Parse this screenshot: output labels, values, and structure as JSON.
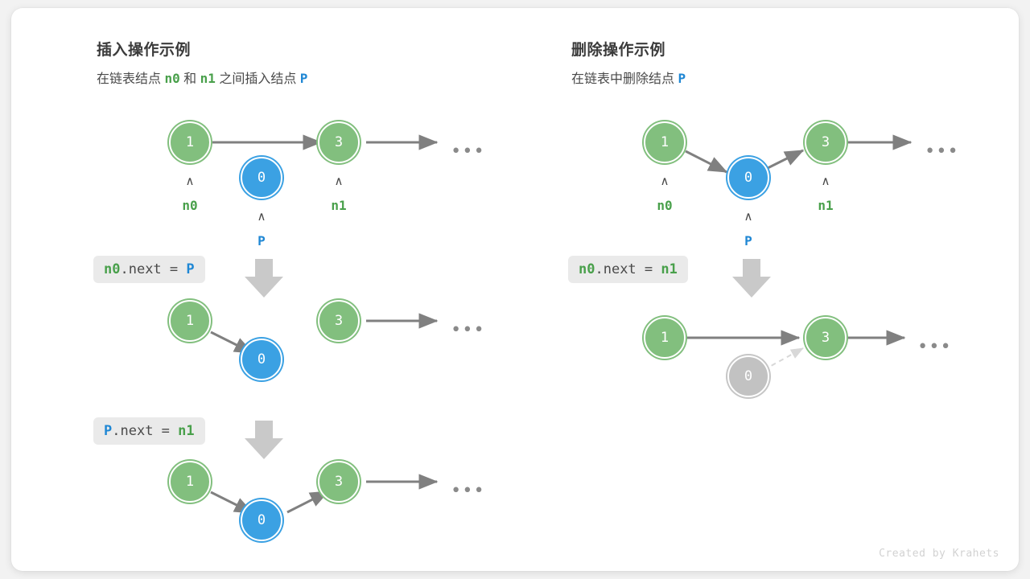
{
  "credit": "Created by Krahets",
  "colors": {
    "green": "#82bf7e",
    "green_text": "#49a04b",
    "blue": "#3ba1e3",
    "blue_text": "#1f87d4",
    "gray_node": "#c2c2c2",
    "arrow": "#808080",
    "chip_bg": "#eaeaea",
    "card_bg": "#ffffff",
    "page_bg": "#f2f2f2"
  },
  "panels": [
    {
      "id": "insert",
      "title": "插入操作示例",
      "subtitle_parts": [
        {
          "text": "在链表结点 ",
          "style": "plain"
        },
        {
          "text": "n0",
          "style": "green"
        },
        {
          "text": " 和 ",
          "style": "plain"
        },
        {
          "text": "n1",
          "style": "green"
        },
        {
          "text": " 之间插入结点 ",
          "style": "plain"
        },
        {
          "text": "P",
          "style": "blue"
        }
      ],
      "steps": [
        {
          "code_parts": [
            {
              "text": "n0",
              "style": "green"
            },
            {
              "text": ".next = ",
              "style": "plain"
            },
            {
              "text": "P",
              "style": "blue"
            }
          ],
          "code_text": "n0.next = P"
        },
        {
          "code_parts": [
            {
              "text": "P",
              "style": "blue"
            },
            {
              "text": ".next = ",
              "style": "plain"
            },
            {
              "text": "n1",
              "style": "green"
            }
          ],
          "code_text": "P.next = n1"
        }
      ],
      "rows": [
        {
          "nodes": [
            {
              "value": "1",
              "color": "green",
              "pointer": "n0",
              "pointer_color": "green"
            },
            {
              "value": "0",
              "color": "blue",
              "pointer": "P",
              "pointer_color": "blue"
            },
            {
              "value": "3",
              "color": "green",
              "pointer": "n1",
              "pointer_color": "green"
            }
          ],
          "ellipsis": "•••"
        },
        {
          "nodes": [
            {
              "value": "1",
              "color": "green"
            },
            {
              "value": "0",
              "color": "blue"
            },
            {
              "value": "3",
              "color": "green"
            }
          ],
          "ellipsis": "•••"
        },
        {
          "nodes": [
            {
              "value": "1",
              "color": "green"
            },
            {
              "value": "0",
              "color": "blue"
            },
            {
              "value": "3",
              "color": "green"
            }
          ],
          "ellipsis": "•••"
        }
      ]
    },
    {
      "id": "delete",
      "title": "删除操作示例",
      "subtitle_parts": [
        {
          "text": "在链表中删除结点 ",
          "style": "plain"
        },
        {
          "text": "P",
          "style": "blue"
        }
      ],
      "steps": [
        {
          "code_parts": [
            {
              "text": "n0",
              "style": "green"
            },
            {
              "text": ".next = ",
              "style": "plain"
            },
            {
              "text": "n1",
              "style": "green"
            }
          ],
          "code_text": "n0.next = n1"
        }
      ],
      "rows": [
        {
          "nodes": [
            {
              "value": "1",
              "color": "green",
              "pointer": "n0",
              "pointer_color": "green"
            },
            {
              "value": "0",
              "color": "blue",
              "pointer": "P",
              "pointer_color": "blue"
            },
            {
              "value": "3",
              "color": "green",
              "pointer": "n1",
              "pointer_color": "green"
            }
          ],
          "ellipsis": "•••"
        },
        {
          "nodes": [
            {
              "value": "1",
              "color": "green"
            },
            {
              "value": "0",
              "color": "gray"
            },
            {
              "value": "3",
              "color": "green"
            }
          ],
          "ellipsis": "•••"
        }
      ]
    }
  ]
}
